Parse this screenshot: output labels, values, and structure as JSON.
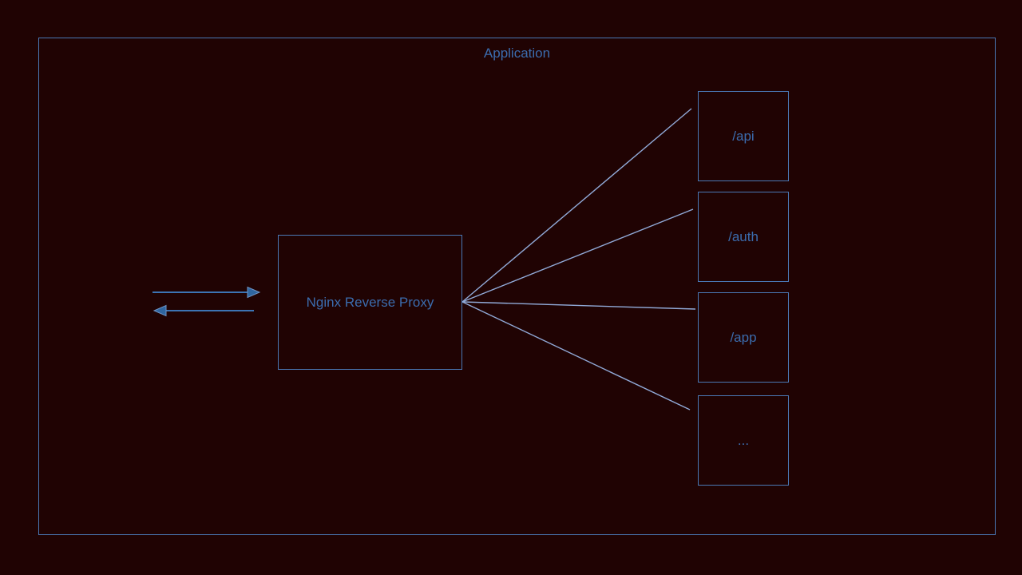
{
  "diagram": {
    "title": "Application",
    "proxy": {
      "label": "Nginx Reverse Proxy"
    },
    "targets": [
      {
        "label": "/api"
      },
      {
        "label": "/auth"
      },
      {
        "label": "/app"
      },
      {
        "label": "..."
      }
    ],
    "arrows": [
      {
        "name": "incoming-request-arrow",
        "direction": "right"
      },
      {
        "name": "outgoing-response-arrow",
        "direction": "left"
      }
    ],
    "colors": {
      "background": "#200303",
      "box_border": "#4a78b5",
      "label_text": "#3b6cae",
      "edge_line": "#91aad8",
      "arrow_line": "#3c74b4",
      "arrow_head_fill": "#2f66a0",
      "arrow_head_stroke": "#6e93c4"
    }
  }
}
